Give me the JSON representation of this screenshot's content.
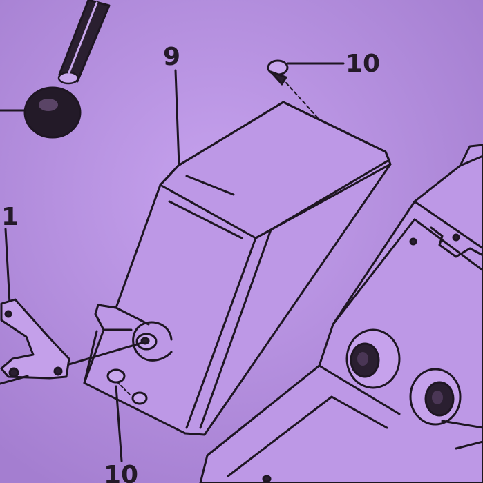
{
  "diagram": {
    "colors": {
      "paper": "#b68ee0",
      "ink": "#1e1622"
    },
    "callouts": [
      {
        "id": "label-9",
        "text": "9"
      },
      {
        "id": "label-10-top",
        "text": "10"
      },
      {
        "id": "label-1",
        "text": "1"
      },
      {
        "id": "label-10-bottom",
        "text": "10"
      }
    ]
  }
}
